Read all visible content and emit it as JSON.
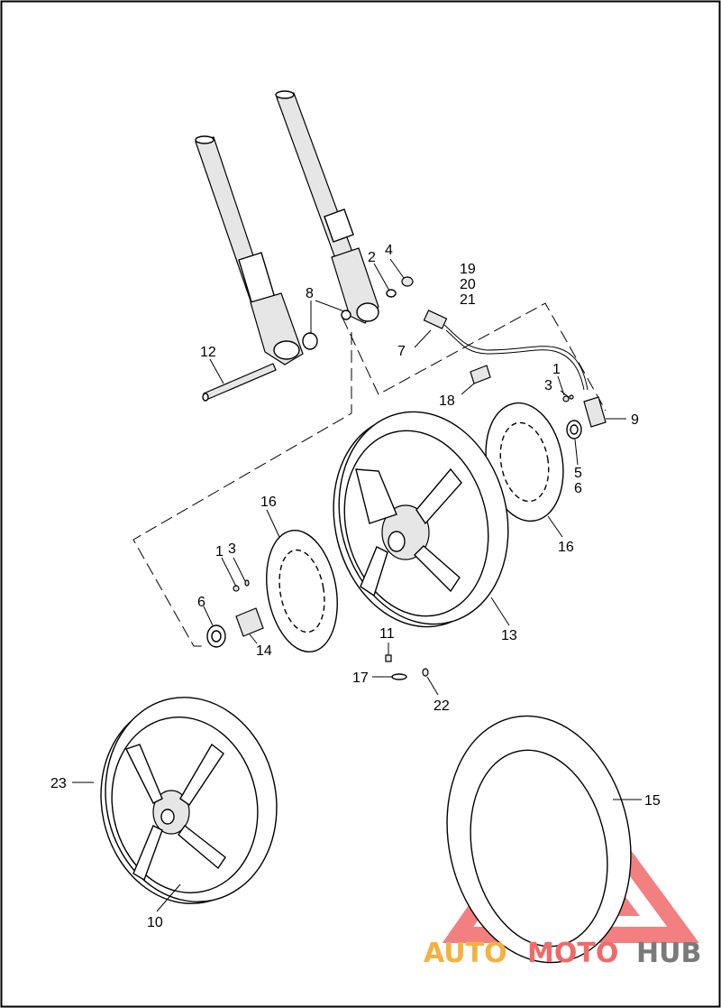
{
  "diagram": {
    "callouts": [
      "1",
      "2",
      "3",
      "4",
      "5",
      "6",
      "7",
      "8",
      "9",
      "10",
      "11",
      "12",
      "13",
      "14",
      "15",
      "16",
      "17",
      "18",
      "19",
      "20",
      "21",
      "22",
      "23"
    ],
    "watermark": {
      "part1": "AUTO",
      "part2": "MOTO",
      "part3": "HUB"
    },
    "colors": {
      "watermark_orange": "#f5b040",
      "watermark_red": "#f06a6a",
      "watermark_gray": "#7a7a7a",
      "line": "#000000"
    }
  }
}
